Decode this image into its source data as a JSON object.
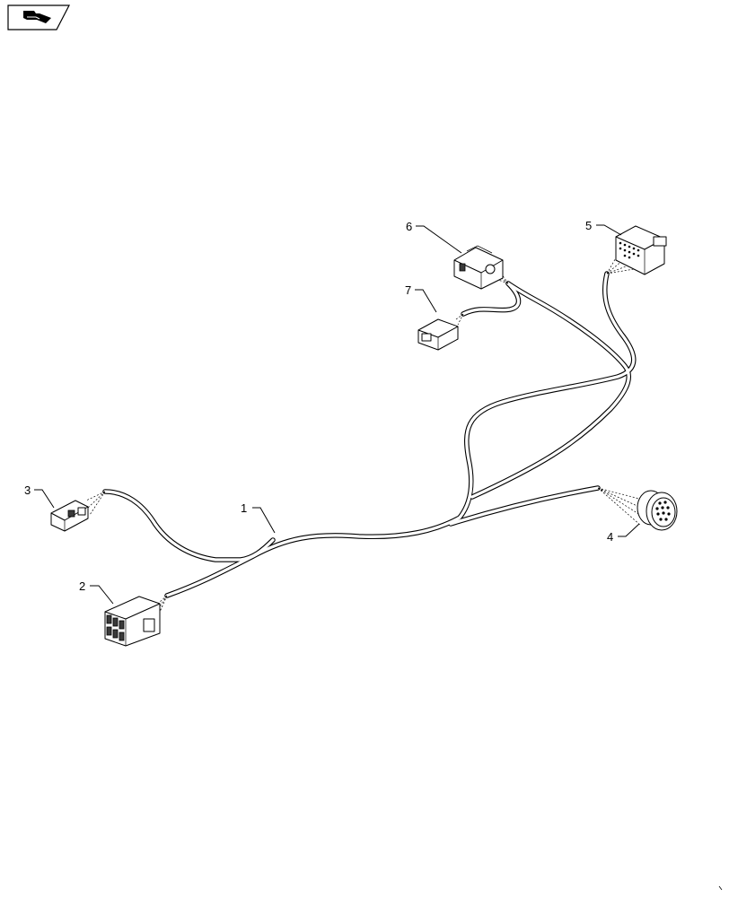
{
  "callouts": [
    {
      "id": "1",
      "label": "1"
    },
    {
      "id": "2",
      "label": "2"
    },
    {
      "id": "3",
      "label": "3"
    },
    {
      "id": "4",
      "label": "4"
    },
    {
      "id": "5",
      "label": "5"
    },
    {
      "id": "6",
      "label": "6"
    },
    {
      "id": "7",
      "label": "7"
    }
  ],
  "icons": {
    "corner": "page-navigation-icon"
  }
}
